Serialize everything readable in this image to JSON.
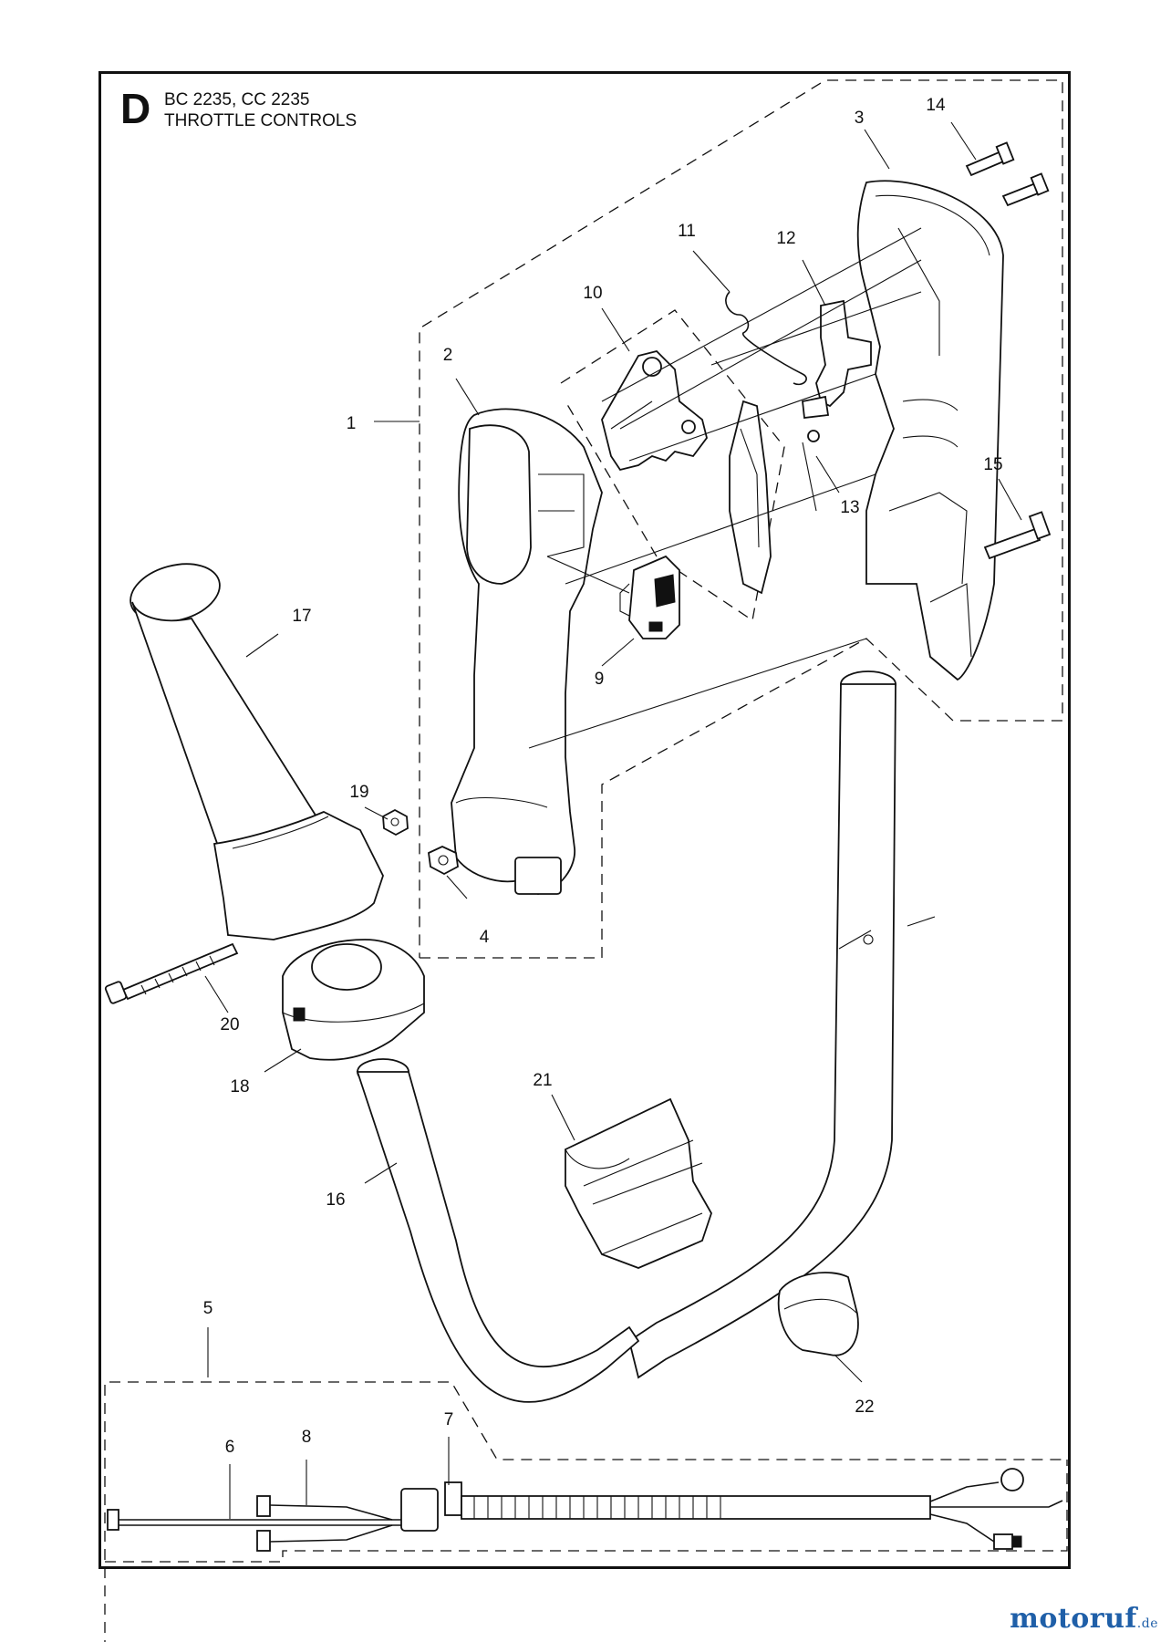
{
  "header": {
    "section_letter": "D",
    "model_line": "BC 2235, CC 2235",
    "title": "THROTTLE CONTROLS"
  },
  "callouts": [
    "1",
    "2",
    "3",
    "4",
    "5",
    "6",
    "7",
    "8",
    "9",
    "10",
    "11",
    "12",
    "13",
    "14",
    "15",
    "16",
    "17",
    "18",
    "19",
    "20",
    "21",
    "22"
  ],
  "watermark": {
    "brand": "motoruf",
    "suffix": ".de",
    "color": "#1f5fa8"
  }
}
